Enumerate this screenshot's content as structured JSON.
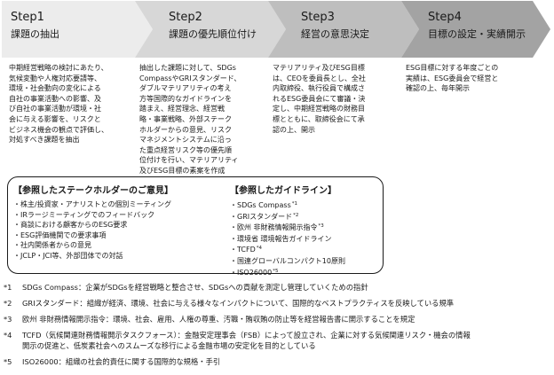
{
  "steps": [
    {
      "num": "Step1",
      "title": "課題の抽出"
    },
    {
      "num": "Step2",
      "title": "課題の優先順位付け"
    },
    {
      "num": "Step3",
      "title": "経営の意思決定"
    },
    {
      "num": "Step4",
      "title": "目標の設定・実績開示"
    }
  ],
  "colors": {
    "steps": [
      "#ececec",
      "#d7d7d7",
      "#bebebe",
      "#a3a3a3"
    ],
    "text": "#1a1a1a",
    "border": "#1a1a1a"
  },
  "descriptions": [
    [
      "中期経営戦略の検討にあたり、",
      "気候変動や人権対応要請等、",
      "環境・社会動向の変化による",
      "自社の事業活動への影響、及",
      "び自社の事業活動が環境・社",
      "会に与える影響を、リスクと",
      "ビジネス機会の観点で評価し、",
      "対処すべき課題を抽出"
    ],
    [
      "抽出した課題に対して、SDGs",
      "CompassやGRIスタンダード、",
      "ダブルマテリアリティの考え",
      "方等国際的なガイドラインを",
      "踏まえ、経営理念、経営戦",
      "略・事業戦略、外部ステーク",
      "ホルダーからの意見、リスク",
      "マネジメントシステムに沿っ",
      "た重点経営リスク等の優先順",
      "位付けを行い、マテリアリティ",
      "及びESG目標の素案を作成"
    ],
    [
      "マテリアリティ及びESG目標",
      "は、CEOを委員長とし、全社",
      "内取締役、執行役員で構成さ",
      "れるESG委員会にて審議・決",
      "定し、中期経営戦略の財務目",
      "標とともに、取締役会にて承",
      "認の上、開示"
    ],
    [
      "ESG目標に対する年度ごとの",
      "実績は、ESG委員会で経営と",
      "確認の上、毎年開示"
    ]
  ],
  "stakeholders": {
    "title": "【参照したステークホルダーのご意見】",
    "items": [
      "・株主/投資家・アナリストとの個別ミーティング",
      "・IRラージミーティングでのフィードバック",
      "・商談における顧客からのESG要求",
      "・ESG評価機関での要求事項",
      "・社内関係者からの意見",
      "・JCLP・JCI等、外部団体での対話"
    ]
  },
  "guidelines": {
    "title": "【参照したガイドライン】",
    "items": [
      {
        "text": "・SDGs Compass",
        "mark": "*1"
      },
      {
        "text": "・GRIスタンダード",
        "mark": "*2"
      },
      {
        "text": "・欧州 非財務情報開示指令",
        "mark": "*3"
      },
      {
        "text": "・環境省 環境報告ガイドライン",
        "mark": ""
      },
      {
        "text": "・TCFD",
        "mark": "*4"
      },
      {
        "text": "・国連グローバルコンパクト10原則",
        "mark": ""
      },
      {
        "text": "・ISO26000",
        "mark": "*5"
      }
    ]
  },
  "footnotes": [
    {
      "mark": "*1",
      "lines": [
        "SDGs Compass：企業がSDGsを経営戦略と整合させ、SDGsへの貢献を測定し管理していくための指針"
      ]
    },
    {
      "mark": "*2",
      "lines": [
        "GRIスタンダード：組織が経済、環境、社会に与える様々なインパクトについて、国際的なベストプラクティスを反映している規準"
      ]
    },
    {
      "mark": "*3",
      "lines": [
        "欧州 非財務情報開示指令：環境、社会、雇用、人権の尊重、汚職・賄収賄の防止等を経営報告書に開示することを規定"
      ]
    },
    {
      "mark": "*4",
      "lines": [
        "TCFD（気候関連財務情報開示タスクフォース）：金融安定理事会（FSB）によって設立され、企業に対する気候関連リスク・機会の情報",
        "開示の促進と、低炭素社会へのスムーズな移行による金融市場の安定化を目的としている"
      ]
    },
    {
      "mark": "*5",
      "lines": [
        "ISO26000：組織の社会的責任に関する国際的な規格・手引"
      ]
    }
  ]
}
